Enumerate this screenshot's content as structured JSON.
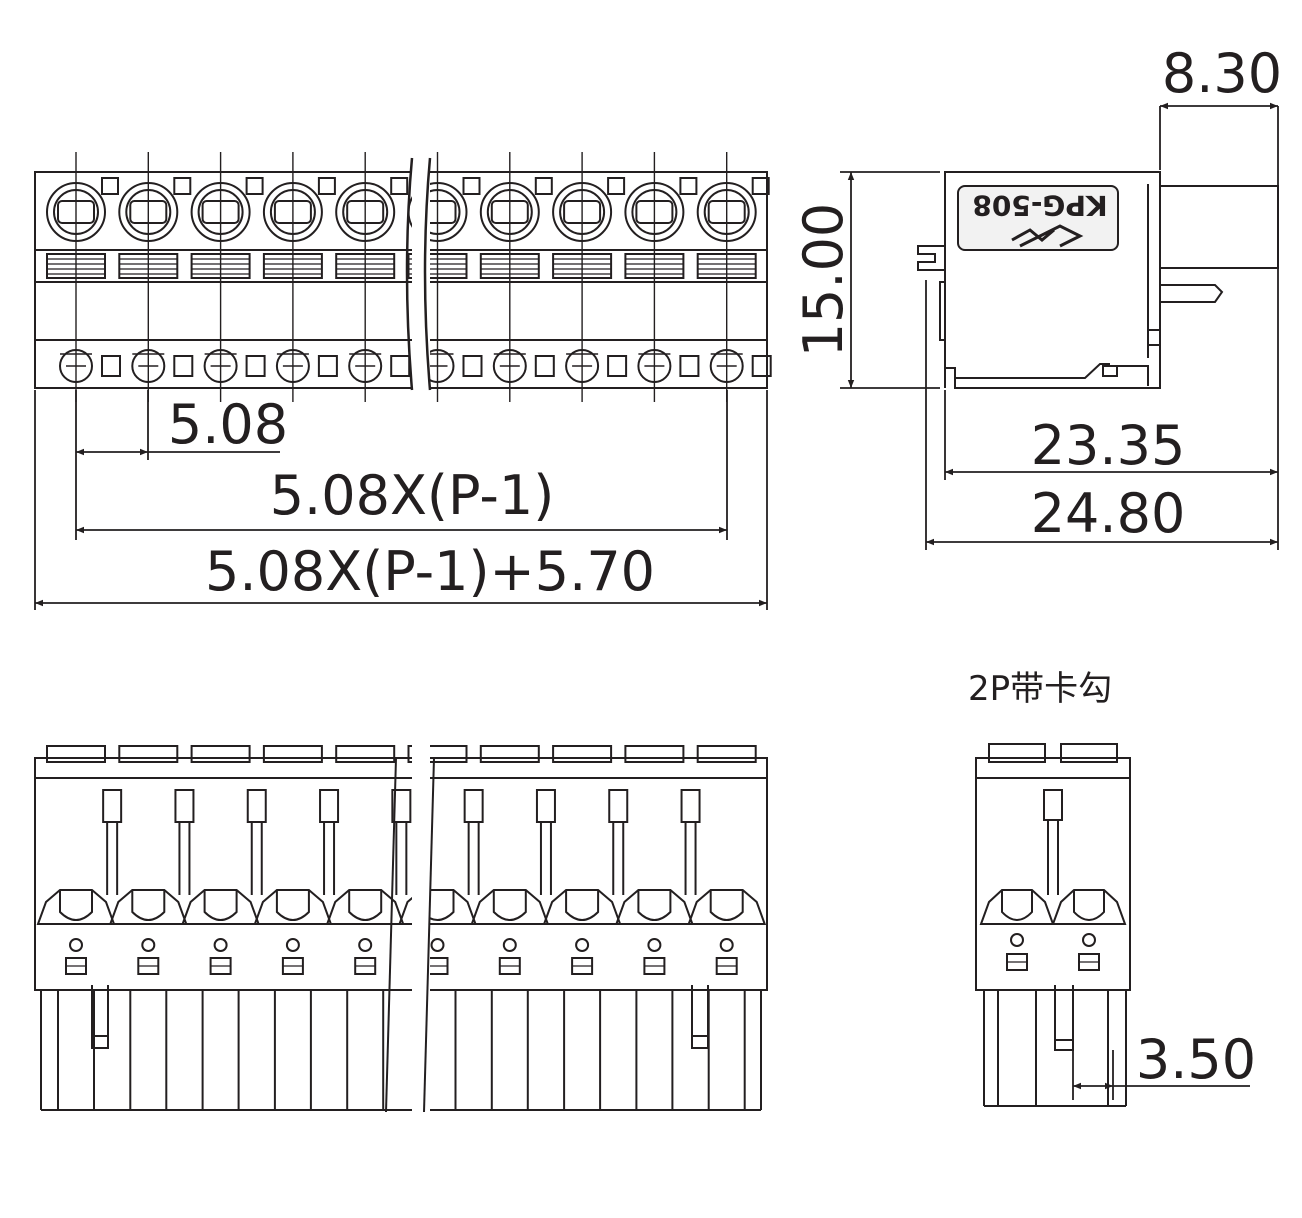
{
  "colors": {
    "stroke": "#231f20",
    "background": "#ffffff",
    "label_panel": "#f2f2f2"
  },
  "dimensions": {
    "pitch": "5.08",
    "pitch_span": "5.08X(P-1)",
    "total_width": "5.08X(P-1)+5.70",
    "side_width": "8.30",
    "height": "15.00",
    "depth_inner": "23.35",
    "depth_total": "24.80",
    "latch_width": "3.50"
  },
  "side_view": {
    "logo_text": "KPG-508",
    "logo_mark": "company-logo"
  },
  "labels": {
    "two_pin_latch": "2P带卡勾"
  }
}
